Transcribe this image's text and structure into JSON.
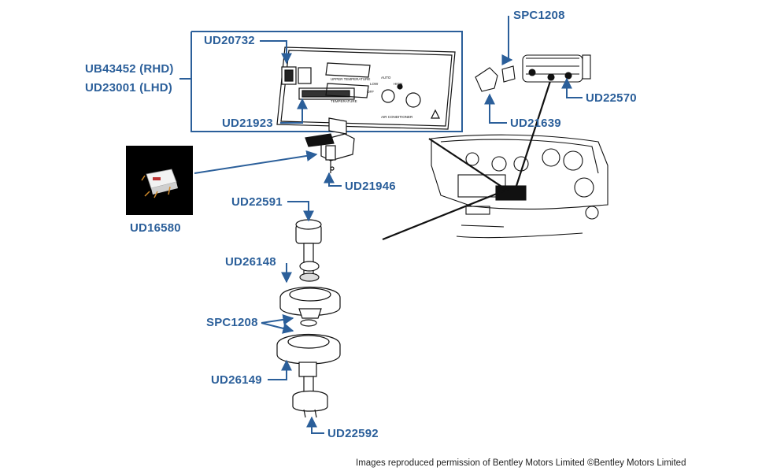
{
  "labels": {
    "ub43452": "UB43452 (RHD)",
    "ud23001": "UD23001 (LHD)",
    "ud20732": "UD20732",
    "ud21923": "UD21923",
    "spc1208_top": "SPC1208",
    "ud22570": "UD22570",
    "ud21639": "UD21639",
    "ud21946": "UD21946",
    "ud16580": "UD16580",
    "ud22591": "UD22591",
    "ud26148": "UD26148",
    "spc1208_mid": "SPC1208",
    "ud26149": "UD26149",
    "ud22592": "UD22592"
  },
  "panel_text": {
    "upper_temperature": "UPPER TEMPERATURE",
    "lower_temperature": "TEMPERATURE",
    "auto": "AUTO",
    "low": "LOW",
    "high": "HIGH",
    "off": "OFF",
    "air_conditioner": "AIR CONDITIONER"
  },
  "credit": "Images reproduced permission of Bentley Motors Limited ©Bentley Motors Limited",
  "colors": {
    "label": "#2b5f9a",
    "line": "#2b5f9a",
    "drawing": "#111111"
  }
}
